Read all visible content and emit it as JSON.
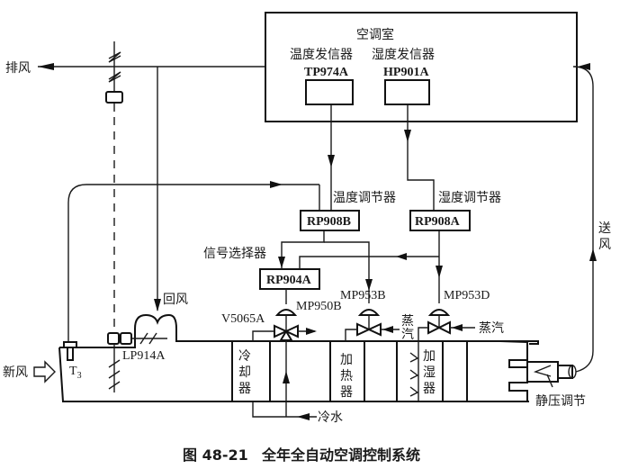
{
  "room": {
    "title": "空调室",
    "temp_transmitter_label": "温度发信器",
    "humid_transmitter_label": "湿度发信器",
    "temp_transmitter_code": "TP974A",
    "humid_transmitter_code": "HP901A"
  },
  "controllers": {
    "temp_controller_label": "温度调节器",
    "humid_controller_label": "湿度调节器",
    "temp_controller_code": "RP908B",
    "humid_controller_code": "RP908A",
    "selector_label": "信号选择器",
    "selector_code": "RP904A"
  },
  "actuators": {
    "cooling_actuator": "MP950B",
    "cooling_valve": "V5065A",
    "heating_actuator": "MP953B",
    "humid_actuator": "MP953D",
    "damper_actuator": "LP914A"
  },
  "airflows": {
    "exhaust": "排风",
    "return": "回风",
    "fresh": "新风",
    "supply": "送风",
    "sensor_t3": "T",
    "sensor_t3_sub": "3"
  },
  "unit": {
    "cooler": [
      "冷",
      "却",
      "器"
    ],
    "heater": [
      "加",
      "热",
      "器"
    ],
    "humidifier": [
      "加",
      "湿",
      "器"
    ],
    "cold_water": "冷水",
    "steam_heater": [
      "蒸",
      "汽"
    ],
    "steam_humidifier": "蒸汽",
    "static_pressure": "静压调节"
  },
  "caption": {
    "figure_number": "图 48-21",
    "title": "全年全自动空调控制系统"
  }
}
